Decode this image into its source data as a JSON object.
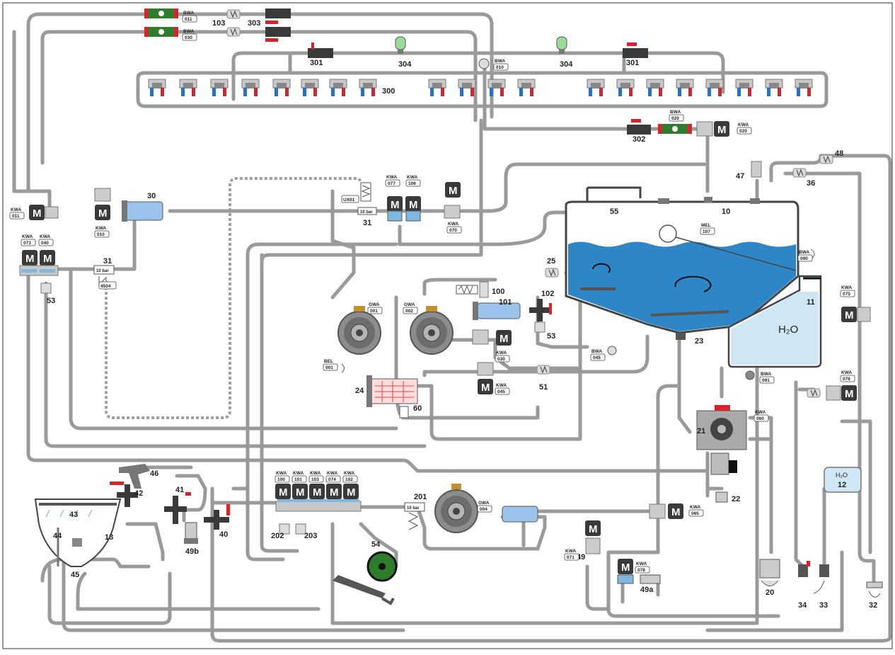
{
  "diagram": {
    "tank_label": "H₂O",
    "water_tank_label": "H₂O",
    "motor_letter": "M",
    "numbers": {
      "n10": "10",
      "n11": "11",
      "n12": "12",
      "n13": "13",
      "n20": "20",
      "n21": "21",
      "n22": "22",
      "n23": "23",
      "n24": "24",
      "n25": "25",
      "n30": "30",
      "n31a": "31",
      "n31b": "31",
      "n32": "32",
      "n33": "33",
      "n34": "34",
      "n36": "36",
      "n40": "40",
      "n41": "41",
      "n42": "42",
      "n43": "43",
      "n44": "44",
      "n45": "45",
      "n46": "46",
      "n47": "47",
      "n48": "48",
      "n49": "49",
      "n49a": "49a",
      "n49b": "49b",
      "n51": "51",
      "n53a": "53",
      "n53b": "53",
      "n54": "54",
      "n55": "55",
      "n60": "60",
      "n100": "100",
      "n101": "101",
      "n102": "102",
      "n103": "103",
      "n201": "201",
      "n202": "202",
      "n203": "203",
      "n300": "300",
      "n301a": "301",
      "n301b": "301",
      "n302": "302",
      "n303": "303",
      "n304a": "304",
      "n304b": "304"
    },
    "tags": {
      "bwa011": [
        "BWA",
        "011"
      ],
      "bwa030": [
        "BWA",
        "030"
      ],
      "bwa010": [
        "BWA",
        "010"
      ],
      "bwa020": [
        "BWA",
        "020"
      ],
      "bwa090": [
        "BWA",
        "090"
      ],
      "bwa091": [
        "BWA",
        "091"
      ],
      "bwa045": [
        "BWA",
        "045"
      ],
      "kwa011": [
        "KWA",
        "011"
      ],
      "kwa010": [
        "KWA",
        "010"
      ],
      "kwa073": [
        "KWA",
        "073"
      ],
      "kwa040": [
        "KWA",
        "040"
      ],
      "kwa077": [
        "KWA",
        "077"
      ],
      "kwa106": [
        "KWA",
        "106"
      ],
      "kwa070": [
        "KWA",
        "070"
      ],
      "kwa020": [
        "KWA",
        "020"
      ],
      "kwa030": [
        "KWA",
        "030"
      ],
      "kwa045": [
        "KWA",
        "045"
      ],
      "kwa075": [
        "KWA",
        "075"
      ],
      "kwa076": [
        "KWA",
        "076"
      ],
      "kwa060": [
        "KWA",
        "060"
      ],
      "kwa065": [
        "KWA",
        "065"
      ],
      "kwa071": [
        "KWA",
        "071"
      ],
      "kwa078": [
        "KWA",
        "078"
      ],
      "kwa100": [
        "KWA",
        "100"
      ],
      "kwa101": [
        "KWA",
        "101"
      ],
      "kwa103": [
        "KWA",
        "103"
      ],
      "kwa074": [
        "KWA",
        "074"
      ],
      "kwa102": [
        "KWA",
        "102"
      ],
      "gwa001": [
        "GWA",
        "001"
      ],
      "gwa002": [
        "GWA",
        "002"
      ],
      "gwa004": [
        "GWA",
        "004"
      ],
      "mel107": [
        "MEL",
        "107"
      ],
      "bel001": [
        "BEL",
        "001"
      ],
      "ux01": [
        "UX01"
      ],
      "t4504": [
        "4504"
      ]
    },
    "pressure": {
      "p31a": "10 bar",
      "p31b": "10 bar",
      "p201": "10 bar"
    },
    "colors": {
      "pipe": "#9a9a9a",
      "water": "#2f86c6",
      "water_light": "#cfe6f5",
      "valve_red": "#d8232a",
      "valve_blue": "#2f6fc0",
      "filter_green": "#2d7d2d",
      "heater_red": "#e14545",
      "motor": "#3a3a3a"
    }
  }
}
